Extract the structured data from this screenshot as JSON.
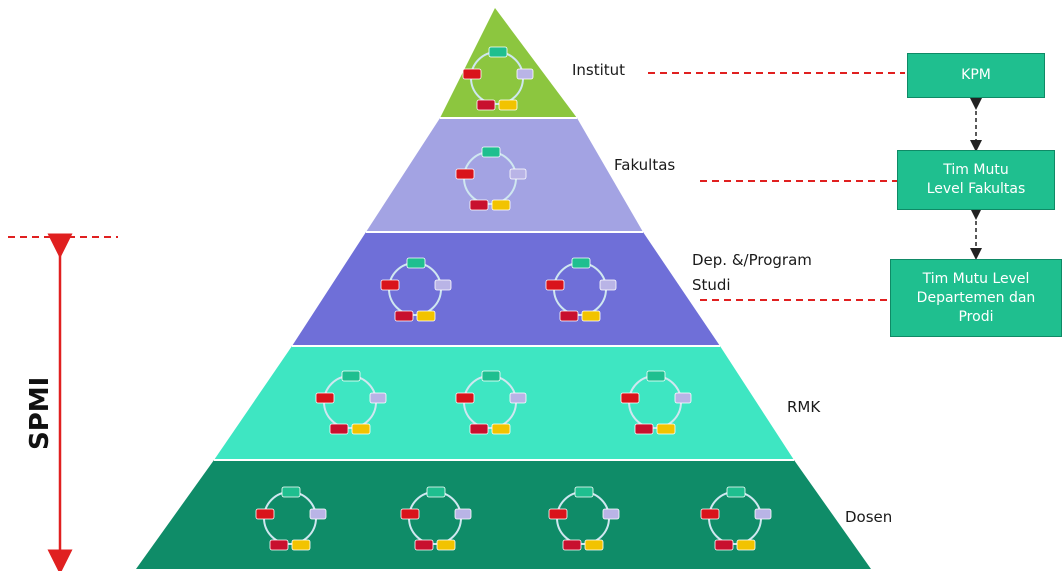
{
  "levels": [
    {
      "label": "Institut",
      "color": "#8cc63f"
    },
    {
      "label": "Fakultas",
      "color": "#a3a3e3"
    },
    {
      "label": "Dep. &/Program",
      "label2": "Studi",
      "color": "#6f6fd8"
    },
    {
      "label": "RMK",
      "color": "#3ee6c2"
    },
    {
      "label": "Dosen",
      "color": "#0f8c68"
    }
  ],
  "boxes": [
    {
      "text": "KPM"
    },
    {
      "text": "Tim Mutu\nLevel Fakultas"
    },
    {
      "text": "Tim Mutu Level\nDepartemen dan\nProdi"
    }
  ],
  "spmi_label": "SPMI",
  "cycle_colors": {
    "top": "#1fbf8f",
    "left": "#d9141b",
    "right": "#b9b4e6",
    "bottom_left": "#c8102e",
    "bottom_right": "#f2c300",
    "ring": "#cfe7f0"
  },
  "accent_colors": {
    "dashed_line": "#e02020",
    "arrow": "#e02020",
    "box_border": "#0f8a66"
  }
}
